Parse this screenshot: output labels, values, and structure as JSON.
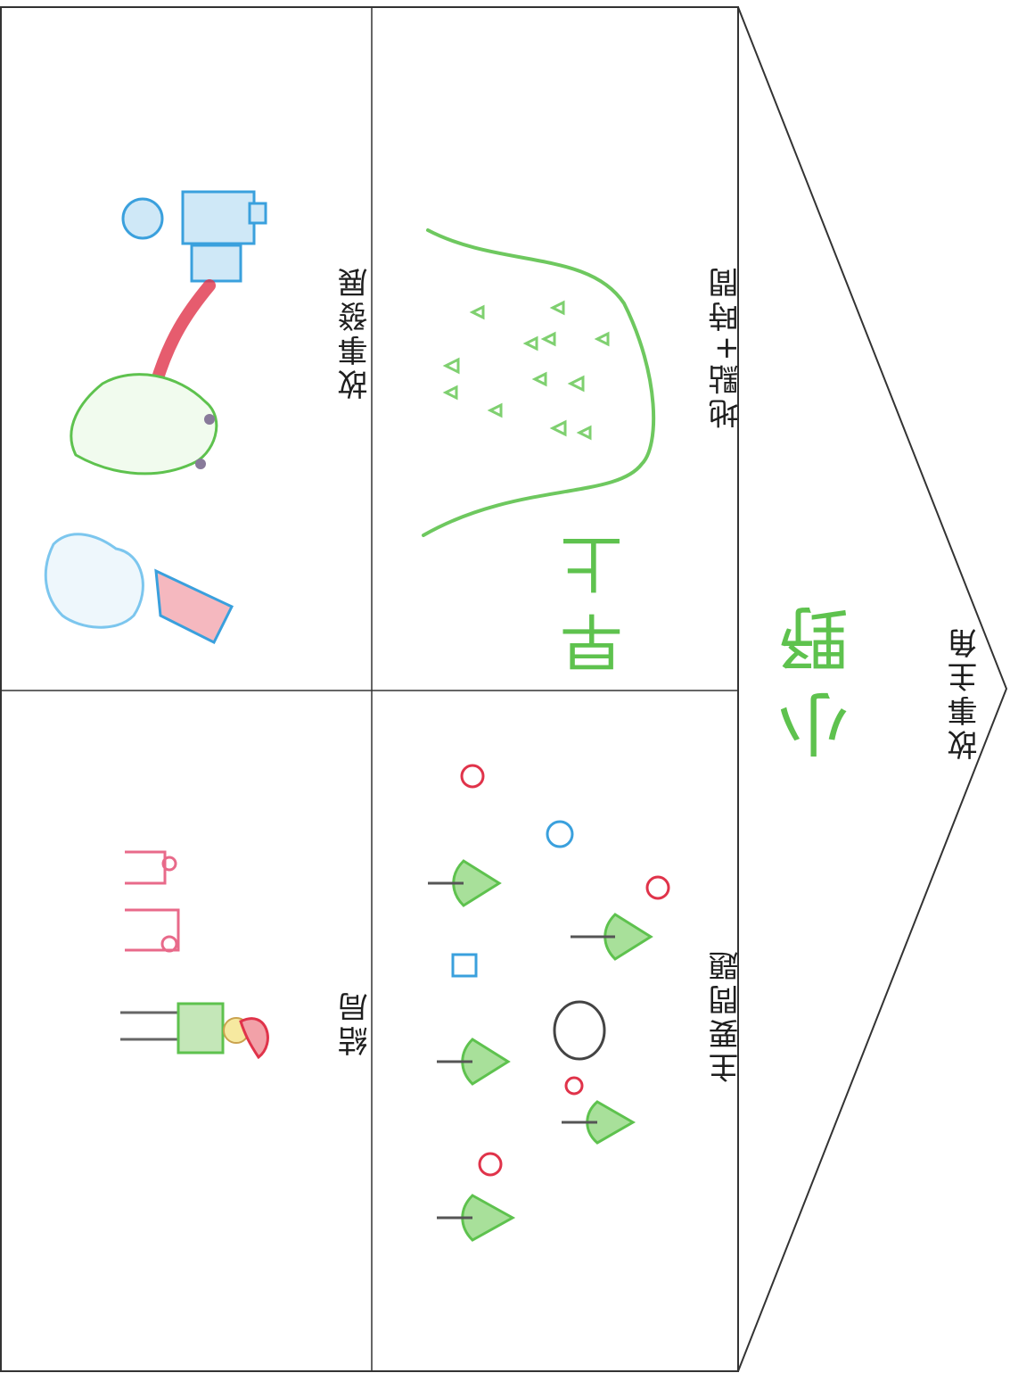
{
  "worksheet": {
    "labels": {
      "character": "故事主角",
      "setting": "地點+時間",
      "problem": "主要問題",
      "development": "故事發展",
      "ending": "結局"
    },
    "handwritten": {
      "character_name": "小野",
      "time": "早上"
    }
  },
  "colors": {
    "line": "#333333",
    "crayon_green": "#5ec24e",
    "crayon_blue": "#3aa0dd",
    "crayon_red": "#e0334a",
    "crayon_pink": "#e86a8a"
  }
}
